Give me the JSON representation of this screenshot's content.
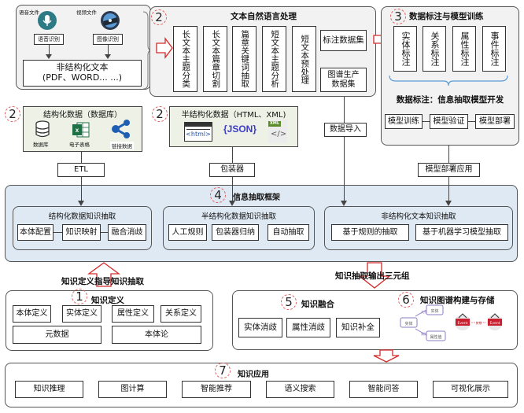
{
  "sources": {
    "audio_label": "语音文件",
    "video_label": "视频文件",
    "speech_recognition": "语音识别",
    "image_recognition": "图像识别",
    "unstructured_text_line1": "非结构化文本",
    "unstructured_text_line2": "(PDF、WORD... ...)"
  },
  "nlp": {
    "step": "2",
    "title": "文本自然语言处理",
    "vertical_items": [
      "长文本主题分类",
      "长文本篇章切割",
      "篇章关键词抽取",
      "短文本主题分析",
      "短文本预处理"
    ],
    "annotated_dataset": "标注数据集",
    "graph_production_dataset": "图谱生产数据集"
  },
  "annotation": {
    "step": "3",
    "title": "数据标注与模型训练",
    "vertical_items": [
      "实体标注",
      "关系标注",
      "属性标注",
      "事件标注"
    ],
    "subtitle": "数据标注：信息抽取模型开发",
    "pipeline": [
      "模型训练",
      "模型验证",
      "模型部署"
    ]
  },
  "structured": {
    "step": "2",
    "title": "结构化数据（数据库）",
    "icons": [
      "数据库",
      "电子表格",
      "链接数据"
    ]
  },
  "semi_structured": {
    "step": "2",
    "title": "半结构化数据（HTML、XML)",
    "icons": [
      "<html>",
      "{JSON}",
      "XML"
    ]
  },
  "connectors": {
    "etl": "ETL",
    "wrapper": "包装器",
    "data_import": "数据导入",
    "model_deploy_apply": "模型部署应用"
  },
  "extraction": {
    "step": "4",
    "title": "信息抽取框架",
    "structured": {
      "title": "结构化数据知识抽取",
      "items": [
        "本体配置",
        "知识映射",
        "融合消歧"
      ]
    },
    "semi_structured": {
      "title": "半结构化数据知识抽取",
      "items": [
        "人工规则",
        "包装器归纳",
        "自动抽取"
      ]
    },
    "unstructured": {
      "title": "非结构化文本知识抽取",
      "items": [
        "基于规则的抽取",
        "基于机器学习模型抽取"
      ]
    }
  },
  "arrows": {
    "definition_guides": "知识定义指导知识抽取",
    "extraction_output": "知识抽取输出三元组"
  },
  "definition": {
    "step": "1",
    "title": "知识定义",
    "row1": [
      "本体定义",
      "实体定义",
      "属性定义",
      "关系定义"
    ],
    "row2": [
      "元数据",
      "本体论"
    ]
  },
  "fusion": {
    "step": "5",
    "title": "知识融合",
    "items": [
      "实体消歧",
      "属性消歧",
      "知识补全"
    ]
  },
  "storage": {
    "step": "6",
    "title": "知识图谱构建与存储",
    "graph": {
      "node_entity": "实体",
      "node_entity2": "实体",
      "node_attr_value": "属性值",
      "edge_relation": "关系",
      "edge_attribute": "属性",
      "event_label": "Event",
      "event_relation": "关系"
    }
  },
  "application": {
    "step": "7",
    "title": "知识应用",
    "items": [
      "知识推理",
      "图计算",
      "智能推荐",
      "语义搜索",
      "智能问答",
      "可视化展示"
    ]
  },
  "colors": {
    "arrow_red": "#d42a2a",
    "dash_circle": "#e06060",
    "panel_gray": "#f2f2f2",
    "panel_blue": "#dfe9f3",
    "graph_purple": "#8e7cc3",
    "event_red": "#c8202f"
  }
}
